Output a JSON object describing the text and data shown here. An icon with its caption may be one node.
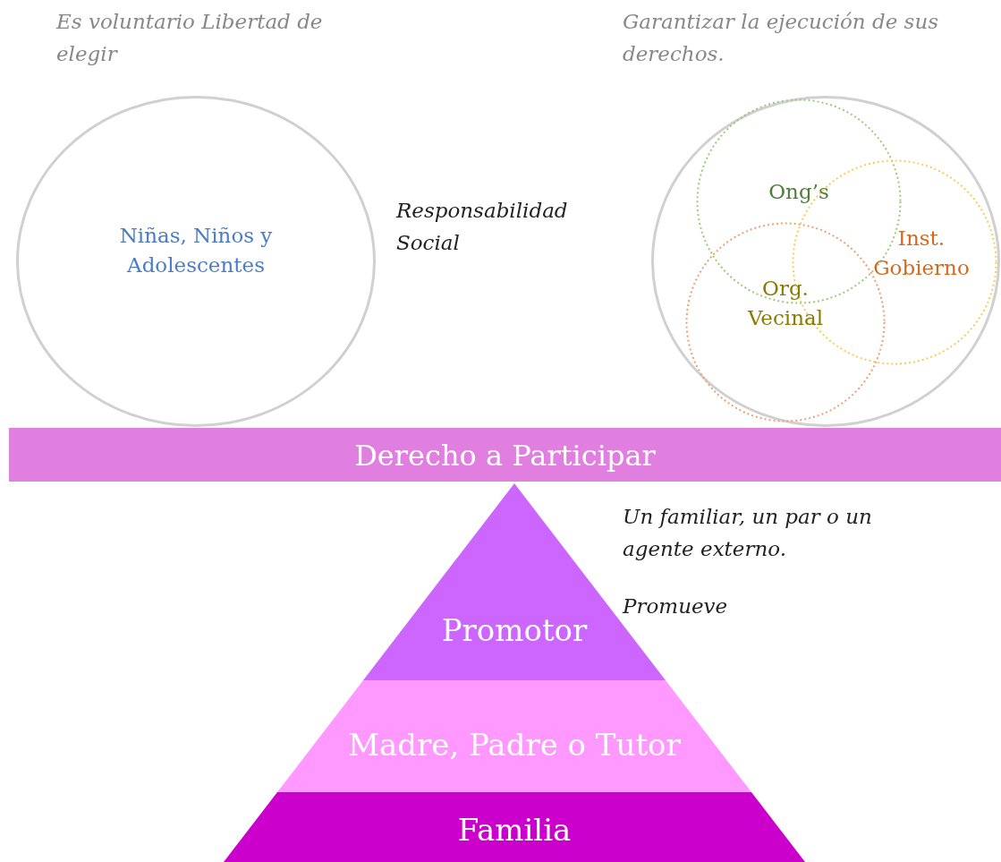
{
  "diagram": {
    "nodes": [
      {
        "text": [
          "Niñas, Niños y Adolescentes"
        ],
        "beside": [
          "Es voluntario Libertad de elegir"
        ]
      },
      {
        "text": [],
        "shape": "circle",
        "beside": [
          "Garantizar la ejecución de sus derechos."
        ]
      },
      {
        "text": [
          "Ong’s"
        ],
        "in": 1
      },
      {
        "text": [
          "Inst. Gobierno"
        ],
        "in": 1
      },
      {
        "text": [
          "Org. Vecinal"
        ],
        "in": 1
      },
      {
        "text": [
          "Derecho a Participar"
        ]
      },
      {
        "text": [
          "Promotor"
        ],
        "beside": [
          "Un familiar, un par o un agente externo.",
          "Promueve"
        ]
      },
      {
        "text": [
          "Madre, Padre o Tutor"
        ]
      },
      {
        "text": [
          "Familia"
        ]
      }
    ],
    "labels": [
      "Responsabilidad Social"
    ]
  }
}
